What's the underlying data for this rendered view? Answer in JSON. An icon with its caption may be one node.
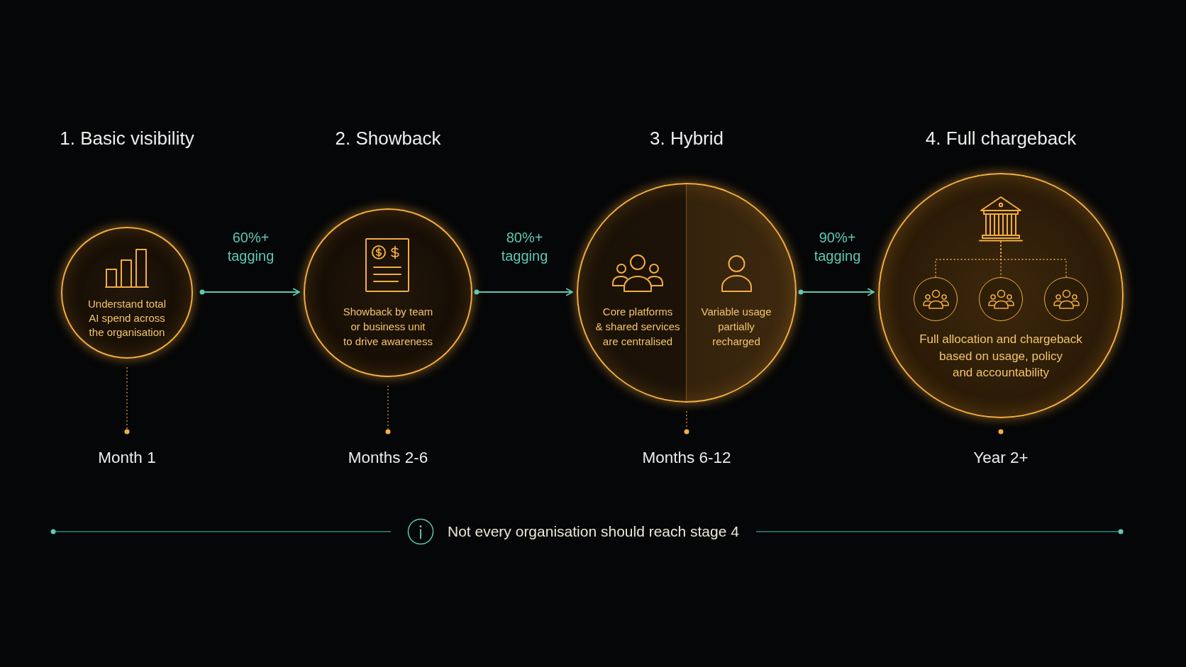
{
  "diagram": {
    "nodes": [
      {
        "text": [
          "1. Basic visibility",
          "Understand total AI spend across the organisation"
        ],
        "beside": [
          "Month 1"
        ]
      },
      {
        "text": [
          "2. Showback",
          "Showback by team or business unit to drive awareness"
        ],
        "beside": [
          "Months 2-6"
        ]
      },
      {
        "text": [
          "3. Hybrid",
          "Core platforms & shared services are centralised",
          "Variable usage partially recharged"
        ],
        "beside": [
          "Months 6-12"
        ]
      },
      {
        "text": [
          "4. Full chargeback",
          "Full allocation and chargeback based on usage, policy and accountability"
        ],
        "beside": [
          "Year 2+"
        ]
      },
      {
        "text": [],
        "shape": "picture",
        "in": 3
      },
      {
        "text": [],
        "shape": "circle",
        "in": 3
      },
      {
        "text": [],
        "shape": "circle",
        "in": 3
      },
      {
        "text": [],
        "shape": "circle",
        "in": 3
      }
    ],
    "edges": [
      {
        "from": 0,
        "to": 1,
        "arrow": "to",
        "label": "60%+ tagging"
      },
      {
        "from": 1,
        "to": 2,
        "arrow": "to",
        "label": "80%+ tagging"
      },
      {
        "from": 2,
        "to": 3,
        "arrow": "to",
        "label": "90%+ tagging"
      },
      {
        "from": 4,
        "to": 5,
        "arrow": "none",
        "style": "dashed",
        "color": "#f3ad42"
      },
      {
        "from": 4,
        "to": 6,
        "arrow": "none",
        "style": "dashed",
        "color": "#f3ad42"
      },
      {
        "from": 4,
        "to": 7,
        "arrow": "none",
        "style": "dashed",
        "color": "#f3ad42"
      }
    ],
    "labels": [
      "Not every organisation should reach stage 4"
    ]
  }
}
